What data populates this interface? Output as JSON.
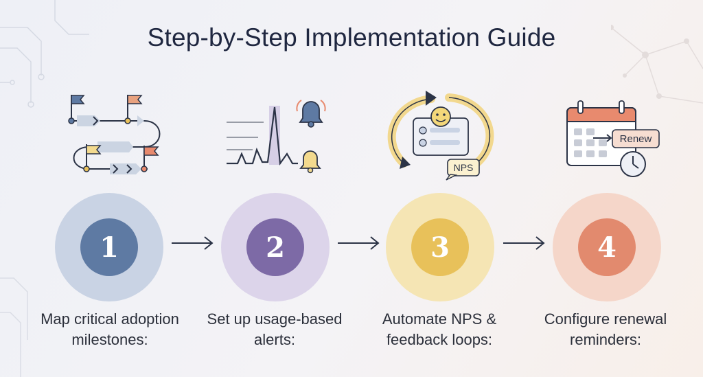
{
  "title": "Step-by-Step Implementation Guide",
  "steps": [
    {
      "number": "1",
      "label": "Map critical adoption milestones:",
      "icon": "milestone-flags-icon",
      "outer_color": "#c9d3e4",
      "inner_color": "#5e7aa3"
    },
    {
      "number": "2",
      "label": "Set up usage-based alerts:",
      "icon": "usage-alert-bell-icon",
      "outer_color": "#dcd4ea",
      "inner_color": "#7d6aa6"
    },
    {
      "number": "3",
      "label": "Automate NPS & feedback loops:",
      "icon": "nps-feedback-loop-icon",
      "outer_color": "#f5e5b4",
      "inner_color": "#e8c15a"
    },
    {
      "number": "4",
      "label": "Configure renewal reminders:",
      "icon": "renewal-calendar-icon",
      "outer_color": "#f5d6c9",
      "inner_color": "#e28a6e"
    }
  ],
  "illustrations": {
    "nps_badge": "NPS",
    "renew_tag": "Renew"
  }
}
